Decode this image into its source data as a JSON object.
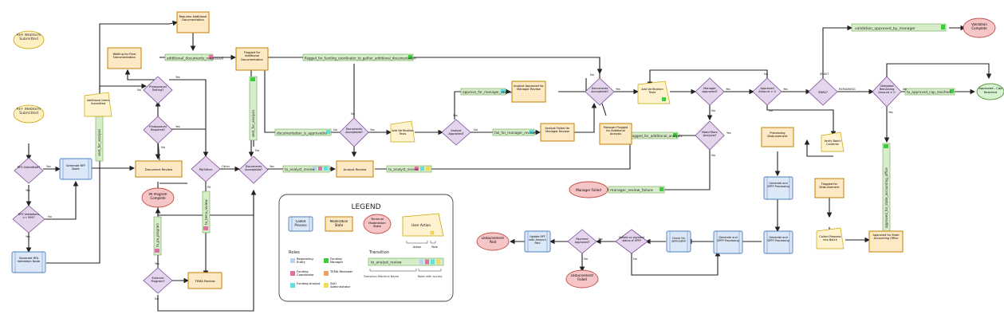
{
  "colors": {
    "process_fill": "#dce8f7",
    "process_stroke": "#4a7fbf",
    "state_fill": "#fde9c4",
    "state_stroke": "#c98a17",
    "terminal_fill": "#f6c5c5",
    "terminal_stroke": "#c0504d",
    "decision_fill": "#e4d4ec",
    "decision_stroke": "#7b4e96",
    "action_fill": "#fff3cf",
    "action_stroke": "#c9a400",
    "start_fill": "#fff0c4",
    "start_stroke": "#c9a400",
    "approved_fill": "#d6f2d0",
    "approved_stroke": "#5a9a3d",
    "transition_fill": "#d7ecc8",
    "transition_stroke": "#6aa84f",
    "role_requesting": "#b7d3f0",
    "role_coordinator": "#e06fa3",
    "role_analyst": "#5fe0e0",
    "role_manager": "#3ccc3c",
    "role_tema": "#f0a060",
    "role_sao": "#f3dc5c"
  },
  "nodes": {
    "rfa_webform": "RFA Webform Submitted",
    "rff_webform": "RFF Webform Submitted",
    "rfs_submitted": "RFS Submitted?",
    "rfs_validations": "RFS Validations >= 9997",
    "generate_rfa": "Generate RFA Validation Node",
    "generate_rff": "Generate RFF Node",
    "additional_items": "Additional Items Submitted",
    "prepproposal_testing": "Preapproval Testing?",
    "preapproval_required": "Preapproval Required?",
    "document_review": "Document Review",
    "waiting_final": "Waiting for Final Documentation",
    "requires_additional": "Requires Additional Documentation",
    "pa_other": "PA/Other",
    "pa_program_complete": "PA Program Complete",
    "external_program": "External Program?",
    "tema_review": "TEMA Review",
    "flagged_additional": "Flagged for Additional Documentation",
    "documents_acceptable_1": "Documents Acceptable?",
    "analyst_review": "Analyst Review",
    "documents_acceptable_2": "Documents Acceptable?",
    "add_verification_1": "Add Verification Tests",
    "analyst_approved": "Analyst Approved?",
    "analyst_approved_manager": "Analyst Approved for Manager Review",
    "analyst_failed_manager": "Analyst Failed for Manager Review",
    "documents_acceptable_3": "Documents Acceptable?",
    "manager_flagged": "Manager Flagged for Additional Analysis",
    "add_verification_2": "Add Verification Tests",
    "manager_approved": "Manager Approved?",
    "need_more_analysis": "Need More Analysis?",
    "manager_failed": "Manager Failed",
    "approved_amount": "Approved Amount > 0",
    "srav": "SRAV?",
    "validation_complete": "Validation Complete",
    "obligated_remaining": "Obligated Remaining Amount > 0",
    "approved_cap_reached": "Approved - Cap Reached",
    "processing_disbursement": "Processing Disbursement",
    "verify_batch": "Verify Batch Contents",
    "flagged_disbursement": "Flagged for Disbursement",
    "collect_request": "Collect Request into Batch",
    "approved_state_accounting": "Approved for State Accounting Office",
    "generate_spfp_1": "Generate and SPFP Processing",
    "generate_spfp_2": "Generate and SPFP Processing",
    "generate_spfp_3": "Generate and SPFP Processing",
    "check_for_spfp": "Check for SPFP/SPFP",
    "update_payment": "Update on payment status of SPFP",
    "payment_approved": "Payment Approved?",
    "update_rff": "Update RFF with Amount Paid",
    "disbursement_paid": "Disbursement Paid",
    "disbursement_failed": "Disbursement Failed"
  },
  "transitions": {
    "additional_documents_requested": "additional_documents_requested",
    "flagged_for_funding": "flagged_for_funding_coordinator_to_gather_additional_documentation",
    "validation_approved": "validation_approved_by_manager",
    "documentation_is_approvable": "documentation_is_approvable",
    "approve_for_manager": "approve_for_manager_review",
    "fail_for_manager": "fail_for_manager_review",
    "flagged_additional_analysis": "flagged_for_additional_analysis",
    "to_analyst_review_1": "to_analyst_review",
    "to_analyst_review_2": "to_analyst_review",
    "manager_review_failure": "manager_review_failure",
    "to_approved_cap": "to_approved_cap_reached",
    "tbd_vertical_1": "sent_for_analysis",
    "tbd_vertical_2": "to_tema_review",
    "tbd_vertical_3": "to_pa_program",
    "tbd_vertical_4": "approved_for_state_accounting_office"
  },
  "labels": {
    "yes": "Yes",
    "no": "No",
    "other": "Other",
    "pa": "PA",
    "remaining": "REMAINING"
  },
  "legend": {
    "title": "LEGEND",
    "coded_process": "Coded Process",
    "moderation_state": "Moderation State",
    "terminal_state": "Terminal Moderation State",
    "user_action": "User Action",
    "action": "Action",
    "role": "Role",
    "roles_title": "Roles",
    "transition_title": "Transition",
    "role_requesting": "Requesting Entity",
    "role_coordinator": "Funding Coordinator",
    "role_analyst": "Funding Analyst",
    "role_manager": "Funding Manager",
    "role_tema": "TEMA Reviewer",
    "role_sao": "SAO Administrator",
    "sample_transition": "to_analyst_review",
    "machine_name": "Transition Machine Name",
    "roles_access": "Roles with access"
  }
}
